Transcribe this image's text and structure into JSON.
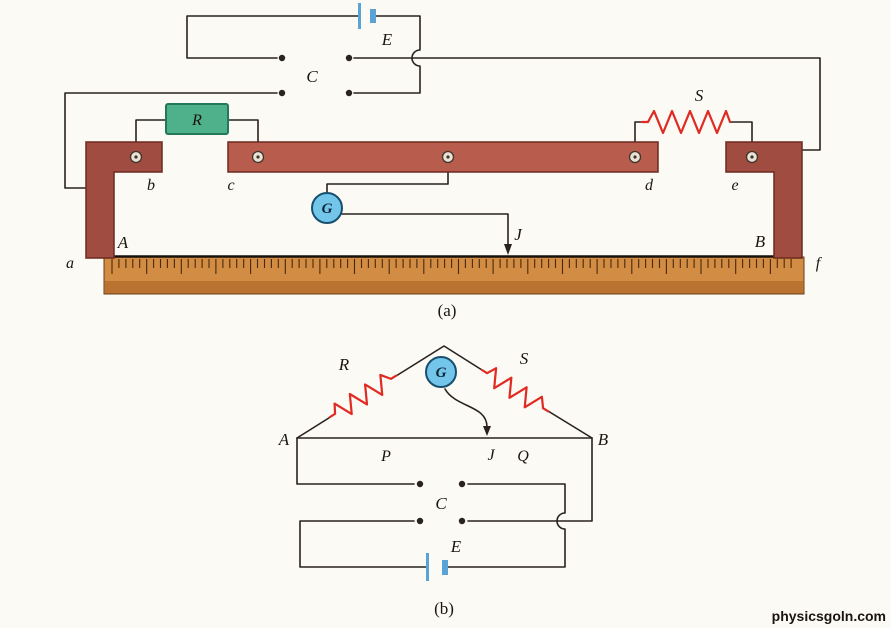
{
  "page": {
    "watermark": "physicsgoln.com"
  },
  "colors": {
    "wire": "#2a221c",
    "strip_side": "#a14c40",
    "strip_mid": "#b85c4e",
    "strip_edge": "#6b2a20",
    "resistor_box_fill": "#4fb08c",
    "resistor_box_edge": "#23785c",
    "zigzag_red": "#e02a22",
    "galvo_fill": "#74c5ea",
    "galvo_edge": "#17506e",
    "battery_blue": "#5aa3d6",
    "ruler_fill": "#d28c44",
    "ruler_band": "#b9722f",
    "ruler_edge": "#6b3c14",
    "tick": "#4a2a0c",
    "bridge_wire": "#17110d",
    "post_fill": "#e9e2d6",
    "post_edge": "#42342a",
    "watermark_color": "#1b2a8a"
  },
  "figure_a": {
    "caption": "(a)",
    "battery_label": "E",
    "key_label": "C",
    "resistor_r_label": "R",
    "resistor_s_label": "S",
    "galvo_label": "G",
    "jockey_label": "J",
    "post_labels": {
      "b": "b",
      "c": "c",
      "d": "d",
      "e": "e"
    },
    "corner_labels": {
      "a": "a",
      "f": "f"
    },
    "end_labels": {
      "A": "A",
      "B": "B"
    }
  },
  "figure_b": {
    "caption": "(b)",
    "labels": {
      "R": "R",
      "S": "S",
      "G": "G",
      "A": "A",
      "B": "B",
      "P": "P",
      "J": "J",
      "Q": "Q",
      "C": "C",
      "E": "E"
    }
  }
}
